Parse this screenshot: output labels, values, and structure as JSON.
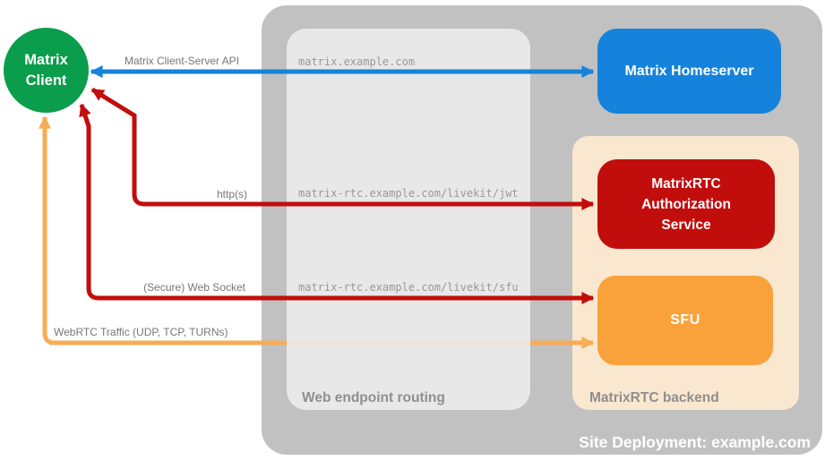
{
  "colors": {
    "client_green": "#0A9D4B",
    "homeserver_blue": "#1583DB",
    "auth_red": "#C20D0D",
    "sfu_orange": "#F9A23B",
    "webrtc_arrow_orange": "#F7AC55",
    "backend_peach": "#FAE7CF",
    "site_container_gray": "#C1C1C1",
    "routing_box_gray": "#E8E8E8",
    "section_label_gray": "#8F8F8F",
    "arrow_label_gray": "#777777",
    "url_text_gray": "#999999"
  },
  "client": {
    "line1": "Matrix",
    "line2": "Client"
  },
  "nodes": {
    "homeserver": {
      "label": "Matrix Homeserver"
    },
    "auth_service": {
      "label": "MatrixRTC Authorization Service"
    },
    "sfu": {
      "label": "SFU"
    }
  },
  "sections": {
    "site": {
      "label": "Site Deployment: example.com"
    },
    "routing": {
      "label": "Web endpoint routing"
    },
    "backend": {
      "label": "MatrixRTC backend"
    }
  },
  "arrows": {
    "client_server_api": {
      "label": "Matrix Client-Server API",
      "route": "matrix.example.com",
      "from": "Matrix Client",
      "to": "Matrix Homeserver",
      "bidirectional": true
    },
    "https": {
      "label": "http(s)",
      "route": "matrix-rtc.example.com/livekit/jwt",
      "from": "Matrix Client",
      "to": "MatrixRTC Authorization Service",
      "bidirectional": true
    },
    "websocket": {
      "label": "(Secure) Web Socket",
      "route": "matrix-rtc.example.com/livekit/sfu",
      "from": "Matrix Client",
      "to": "SFU",
      "bidirectional": true
    },
    "webrtc": {
      "label": "WebRTC Traffic (UDP, TCP, TURNs)",
      "from": "Matrix Client",
      "to": "SFU",
      "bidirectional": true
    }
  }
}
